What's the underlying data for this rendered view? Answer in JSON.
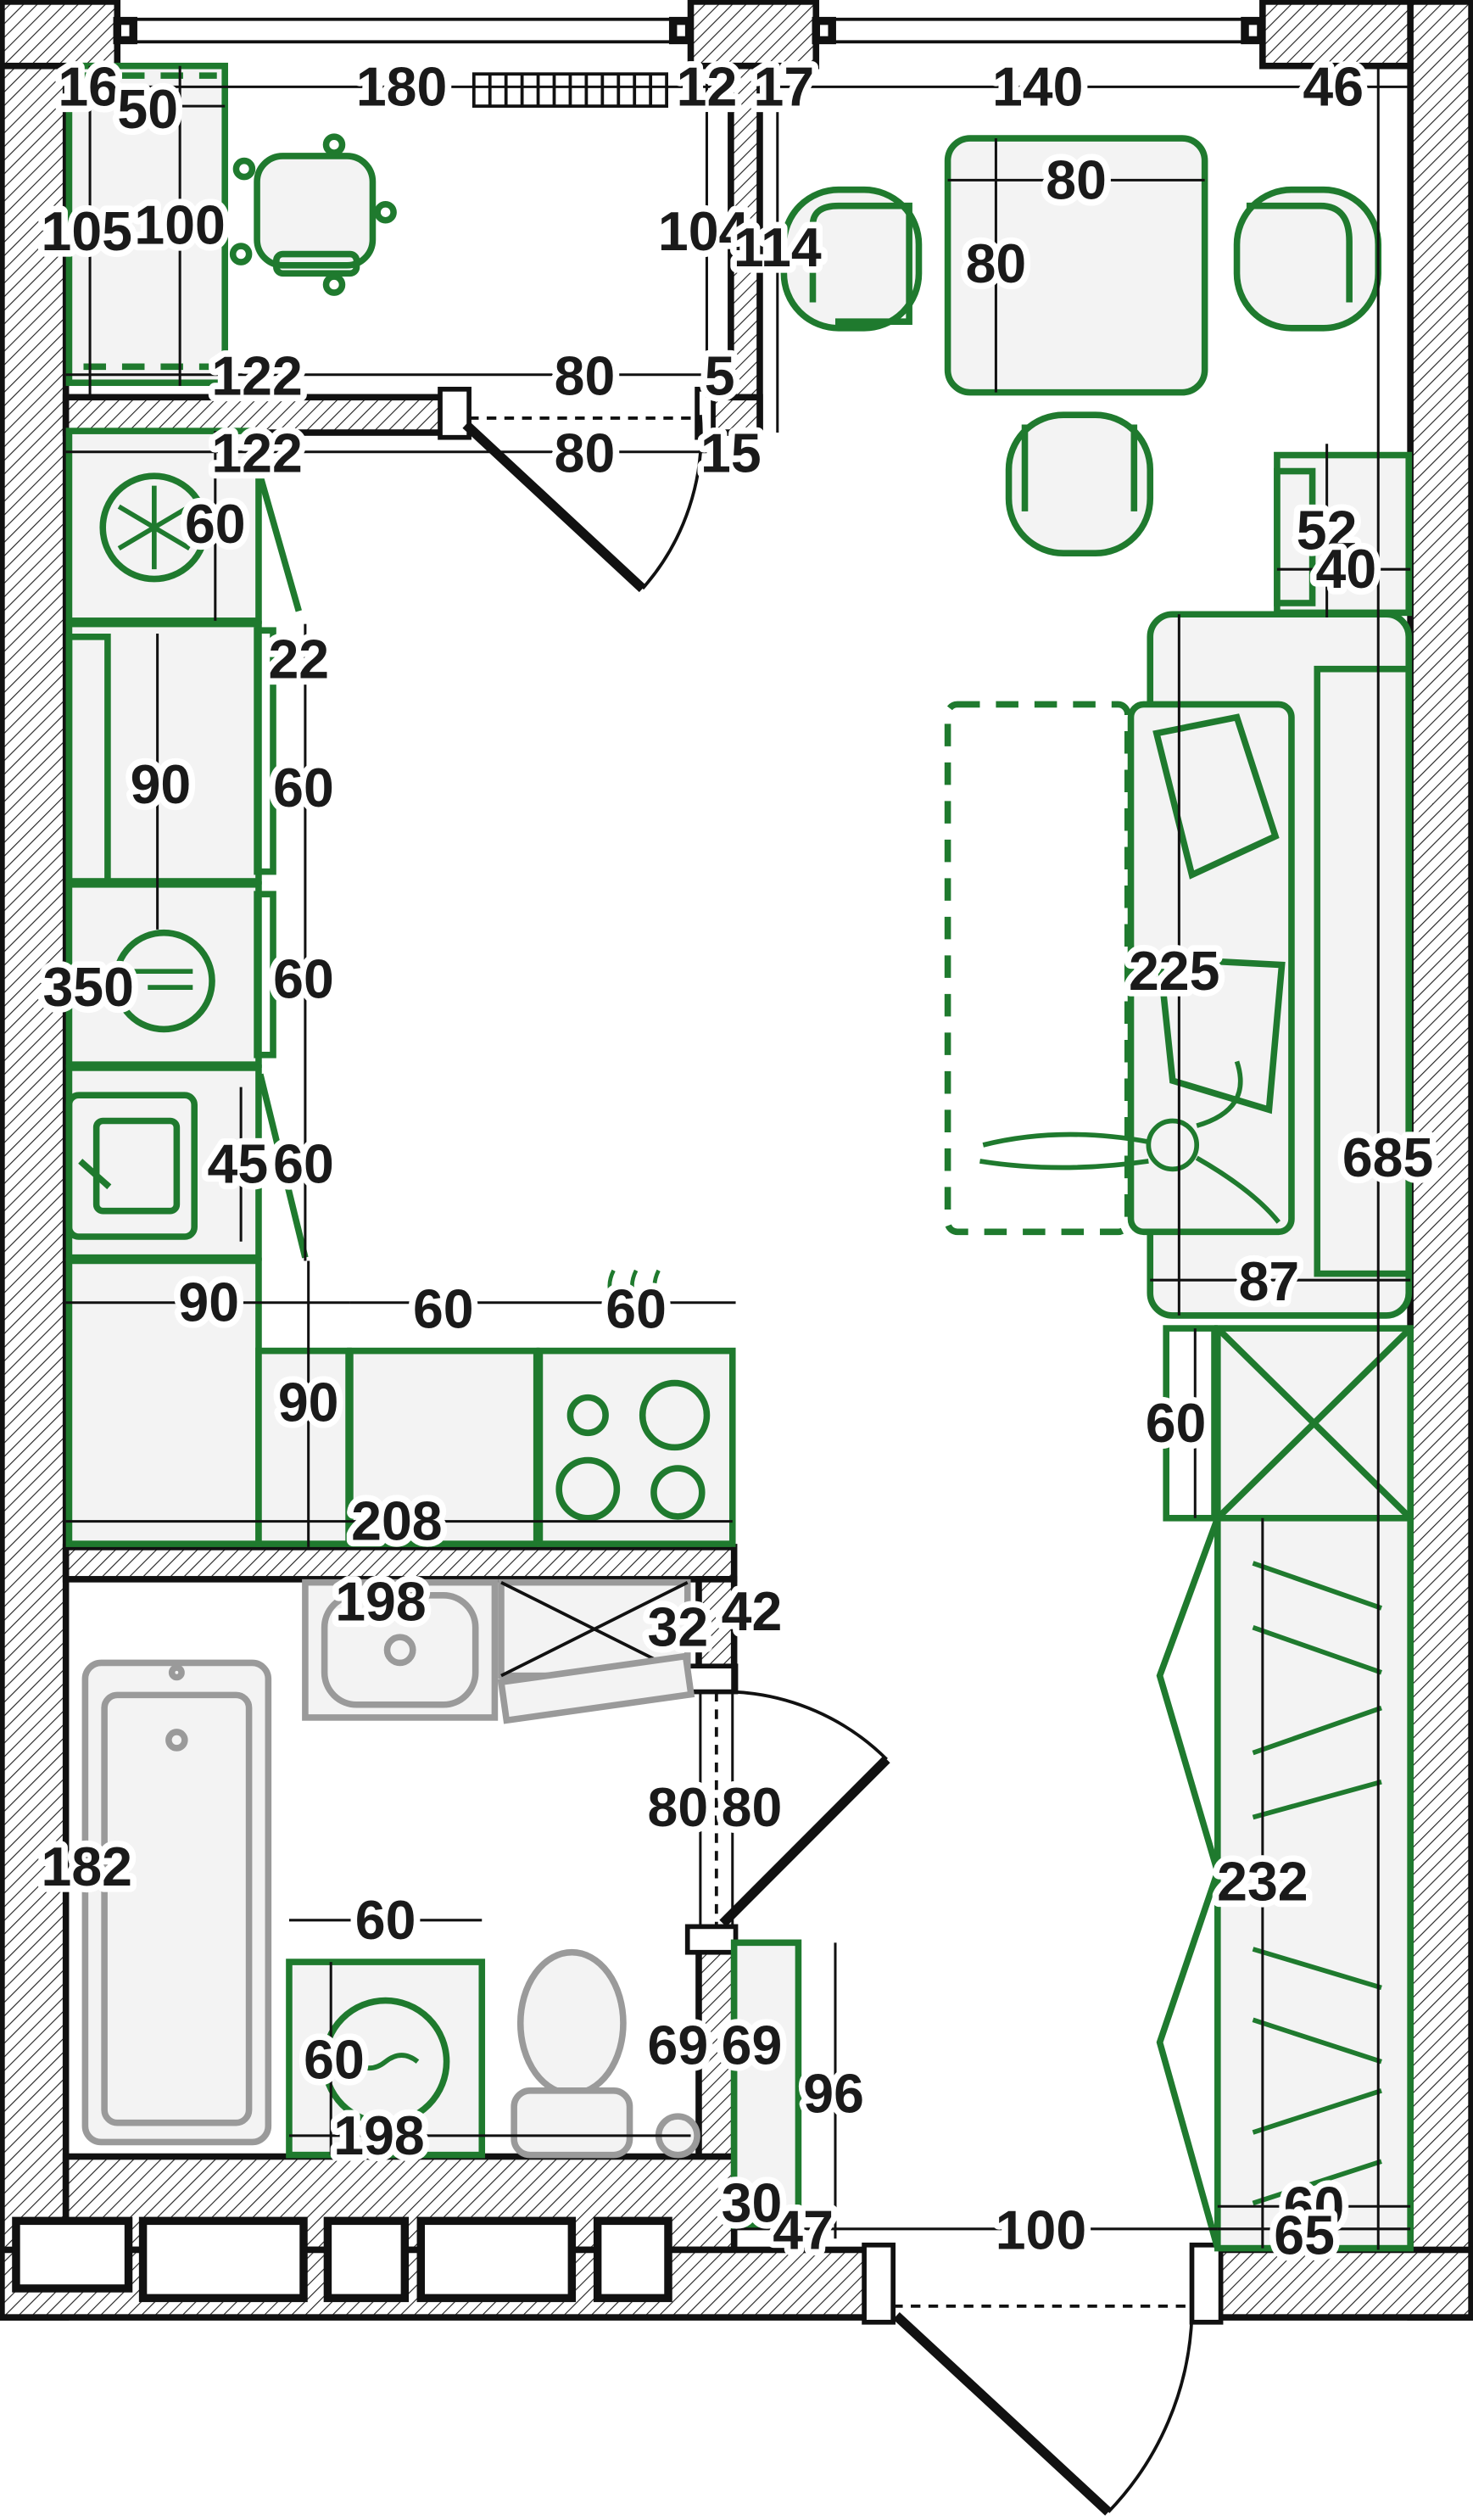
{
  "floor_plan": {
    "colors": {
      "furniture": "#1f7a2e",
      "fixtures": "#9a9a9a",
      "walls": "#111111",
      "background": "#ffffff"
    },
    "icons": [
      "snowflake-icon",
      "plate-fork-icon",
      "wave-icon"
    ],
    "dimensions": {
      "study": {
        "d16": "16",
        "d50": "50",
        "d180": "180",
        "d12": "12",
        "d105": "105",
        "d100": "100",
        "d104": "104",
        "d122a": "122",
        "d80a": "80",
        "d5": "5"
      },
      "living_top": {
        "d17": "17",
        "d140": "140",
        "d46": "46",
        "d114": "114",
        "d80w": "80",
        "d80h": "80"
      },
      "entry": {
        "d122b": "122",
        "d80b": "80",
        "d15": "15"
      },
      "kitchen": {
        "d60fridge": "60",
        "d22": "22",
        "d90oven": "90",
        "d60c1": "60",
        "d350": "350",
        "d60c2": "60",
        "d45": "45",
        "d60c3": "60",
        "d90left": "90",
        "d60cab": "60",
        "d60stove": "60",
        "d90vert": "90",
        "d208": "208"
      },
      "living_right": {
        "d52": "52",
        "d40": "40",
        "d225": "225",
        "d685": "685",
        "d87": "87",
        "d60shoe": "60",
        "d232": "232",
        "d60wardrobe": "60",
        "d65": "65"
      },
      "bathroom": {
        "d198top": "198",
        "d32": "32",
        "d42": "42",
        "d80left": "80",
        "d80right": "80",
        "d182": "182",
        "d60washer": "60",
        "d60wv": "60",
        "d198bot": "198",
        "d69a": "69",
        "d69b": "69",
        "d96": "96",
        "d30": "30",
        "d47": "47",
        "d100": "100"
      }
    }
  }
}
